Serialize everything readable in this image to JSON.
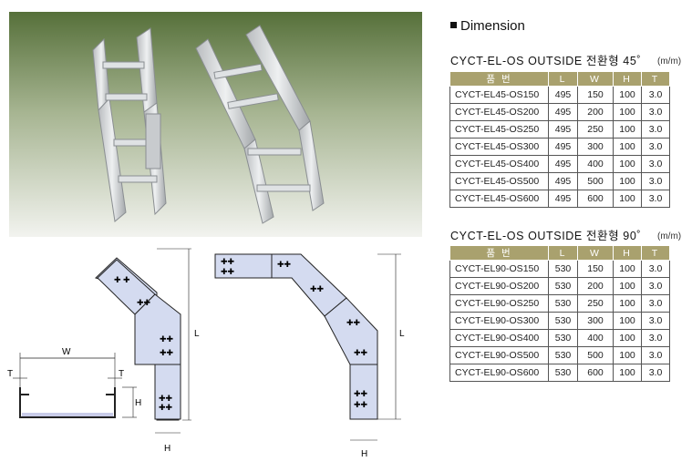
{
  "heading": "Dimension",
  "unit": "(m/m)",
  "tables": [
    {
      "title": "CYCT-EL-OS OUTSIDE 전환형 45˚",
      "columns": [
        "품 번",
        "L",
        "W",
        "H",
        "T"
      ],
      "rows": [
        [
          "CYCT-EL45-OS150",
          "495",
          "150",
          "100",
          "3.0"
        ],
        [
          "CYCT-EL45-OS200",
          "495",
          "200",
          "100",
          "3.0"
        ],
        [
          "CYCT-EL45-OS250",
          "495",
          "250",
          "100",
          "3.0"
        ],
        [
          "CYCT-EL45-OS300",
          "495",
          "300",
          "100",
          "3.0"
        ],
        [
          "CYCT-EL45-OS400",
          "495",
          "400",
          "100",
          "3.0"
        ],
        [
          "CYCT-EL45-OS500",
          "495",
          "500",
          "100",
          "3.0"
        ],
        [
          "CYCT-EL45-OS600",
          "495",
          "600",
          "100",
          "3.0"
        ]
      ]
    },
    {
      "title": "CYCT-EL-OS OUTSIDE 전환형 90˚",
      "columns": [
        "품 번",
        "L",
        "W",
        "H",
        "T"
      ],
      "rows": [
        [
          "CYCT-EL90-OS150",
          "530",
          "150",
          "100",
          "3.0"
        ],
        [
          "CYCT-EL90-OS200",
          "530",
          "200",
          "100",
          "3.0"
        ],
        [
          "CYCT-EL90-OS250",
          "530",
          "250",
          "100",
          "3.0"
        ],
        [
          "CYCT-EL90-OS300",
          "530",
          "300",
          "100",
          "3.0"
        ],
        [
          "CYCT-EL90-OS400",
          "530",
          "400",
          "100",
          "3.0"
        ],
        [
          "CYCT-EL90-OS500",
          "530",
          "500",
          "100",
          "3.0"
        ],
        [
          "CYCT-EL90-OS600",
          "530",
          "600",
          "100",
          "3.0"
        ]
      ]
    }
  ],
  "diagram_labels": {
    "w": "W",
    "t": "T",
    "h": "H",
    "l": "L"
  },
  "colors": {
    "header": "#a9a16e",
    "photo_top": "#5f7a3e",
    "photo_bottom": "#eef0ea",
    "panel": "#d4dbf0"
  }
}
